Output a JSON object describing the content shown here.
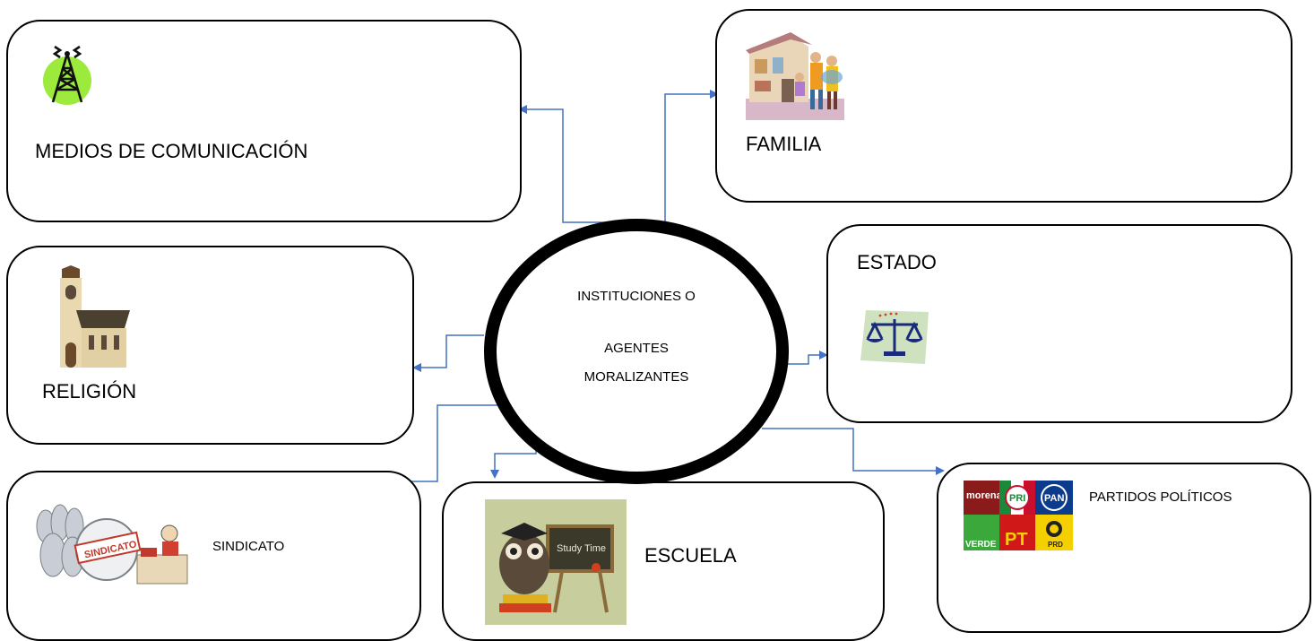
{
  "center": {
    "line1": "INSTITUCIONES O",
    "line2": "AGENTES",
    "line3": "MORALIZANTES"
  },
  "nodes": {
    "medios": "MEDIOS DE COMUNICACIÓN",
    "familia": "FAMILIA",
    "religion": "RELIGIÓN",
    "estado": "ESTADO",
    "sindicato": "SINDICATO",
    "escuela": "ESCUELA",
    "partidos": "PARTIDOS POLÍTICOS"
  },
  "image_text": {
    "sindicato_sign": "SINDICATO",
    "study_board": "Study Time",
    "party_logos": [
      "morena",
      "PRI",
      "PAN",
      "VERDE",
      "PT",
      "PRD"
    ]
  },
  "colors": {
    "connector": "#4472C4",
    "outline": "#000000"
  }
}
